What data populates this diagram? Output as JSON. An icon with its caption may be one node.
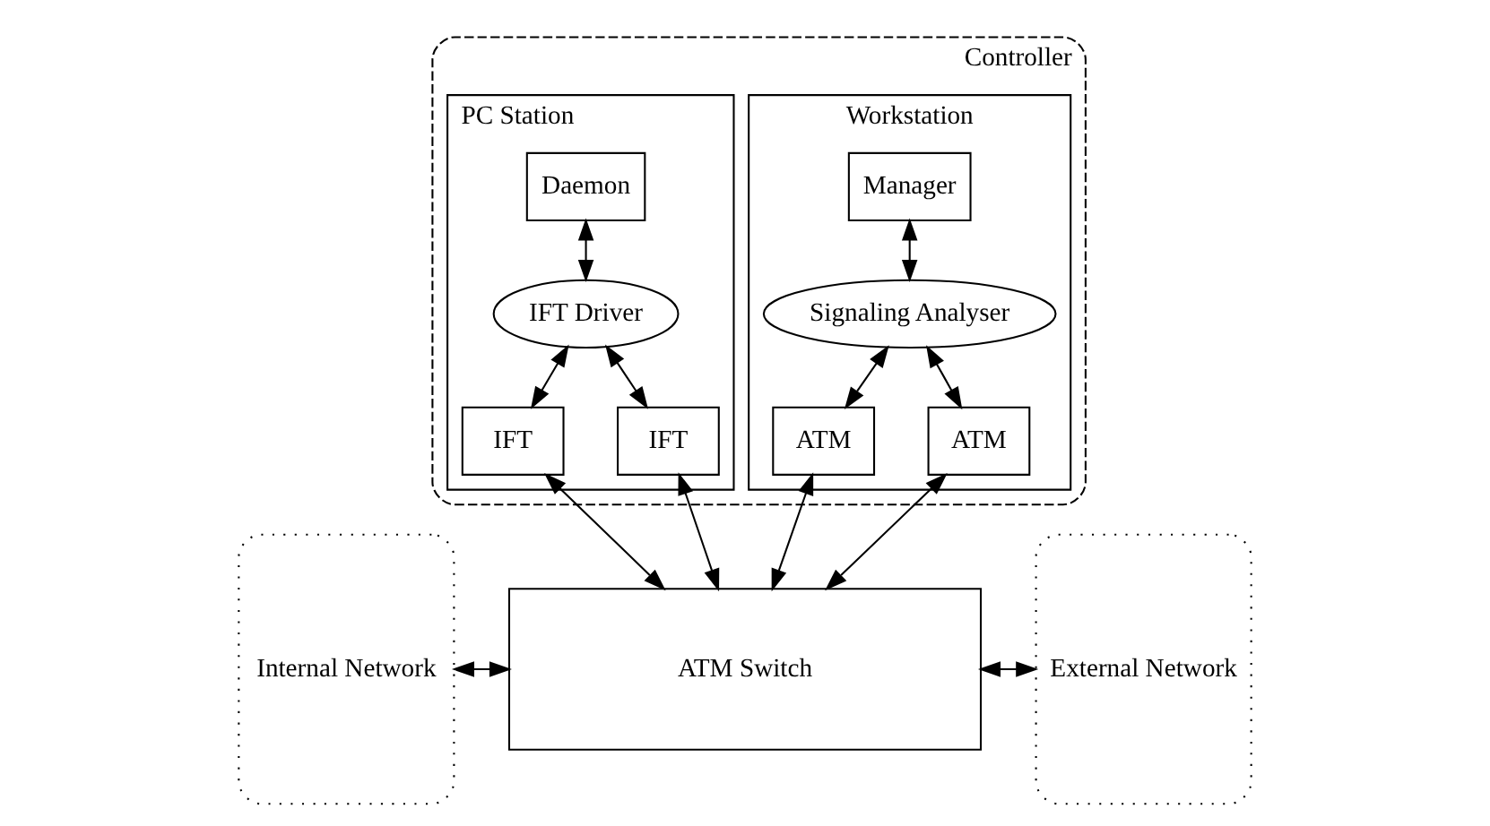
{
  "diagram": {
    "nodes": [
      {
        "text": [
          "Controller"
        ]
      },
      {
        "text": [
          "Workstation"
        ],
        "in": 0
      },
      {
        "text": [
          "Manager"
        ],
        "in": 1
      },
      {
        "text": [
          "Signaling Analyser"
        ],
        "in": 1
      },
      {
        "text": [
          "ATM"
        ],
        "in": 1
      },
      {
        "text": [
          "ATM"
        ],
        "in": 1
      },
      {
        "text": [
          "PC Station"
        ],
        "in": 0
      },
      {
        "text": [
          "Daemon"
        ],
        "in": 6
      },
      {
        "text": [
          "IFT Driver"
        ],
        "in": 6
      },
      {
        "text": [
          "IFT"
        ],
        "in": 6
      },
      {
        "text": [
          "IFT"
        ],
        "in": 6
      },
      {
        "text": [
          "ATM Switch"
        ]
      },
      {
        "text": [
          "Internal Network"
        ]
      },
      {
        "text": [
          "External Network"
        ]
      }
    ],
    "edges": [
      {
        "from": 2,
        "to": 3,
        "arrow": "both"
      },
      {
        "from": 3,
        "to": 4,
        "arrow": "both"
      },
      {
        "from": 3,
        "to": 5,
        "arrow": "both"
      },
      {
        "from": 7,
        "to": 8,
        "arrow": "both"
      },
      {
        "from": 8,
        "to": 9,
        "arrow": "both"
      },
      {
        "from": 8,
        "to": 10,
        "arrow": "both"
      },
      {
        "from": 4,
        "to": 11,
        "arrow": "both"
      },
      {
        "from": 5,
        "to": 11,
        "arrow": "both"
      },
      {
        "from": 9,
        "to": 11,
        "arrow": "both"
      },
      {
        "from": 10,
        "to": 11,
        "arrow": "both"
      },
      {
        "from": 12,
        "to": 11,
        "arrow": "both"
      },
      {
        "from": 11,
        "to": 13,
        "arrow": "both"
      }
    ]
  }
}
